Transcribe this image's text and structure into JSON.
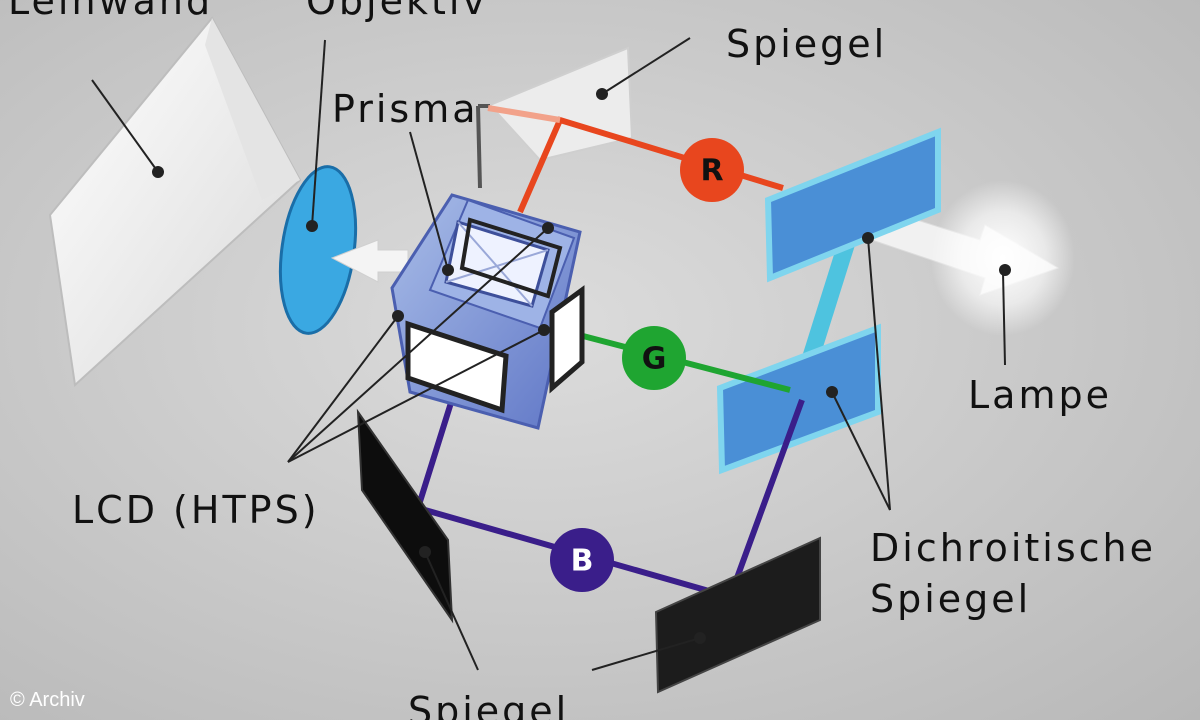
{
  "labels": {
    "leinwand": "Leinwand",
    "objektiv": "Objektiv",
    "spiegel_top": "Spiegel",
    "prisma": "Prisma",
    "lampe": "Lampe",
    "lcd": "LCD (HTPS)",
    "dichroitische_line1": "Dichroitische",
    "dichroitische_line2": "Spiegel",
    "spiegel_bottom": "Spiegel"
  },
  "badges": {
    "red": "R",
    "green": "G",
    "blue": "B"
  },
  "credit": "© Archiv",
  "colors": {
    "red": "#e8461e",
    "green": "#1fa531",
    "blue": "#3a1e8a",
    "cyan": "#4ec3df",
    "dichroic": "#4a8fd6",
    "lens": "#3aa8e2",
    "background": "#c9c9c9"
  }
}
